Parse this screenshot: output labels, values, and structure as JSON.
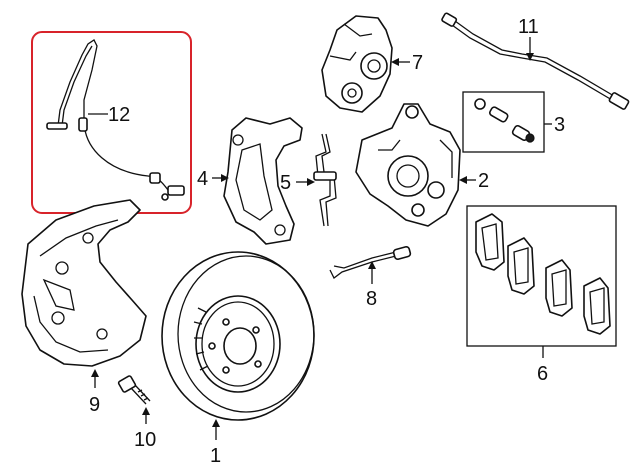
{
  "diagram": {
    "type": "exploded-parts-diagram",
    "highlight_color": "#d8232a",
    "line_color": "#111111",
    "callouts": [
      {
        "id": "c1",
        "label": "1",
        "part": "brake-rotor"
      },
      {
        "id": "c2",
        "label": "2",
        "part": "brake-caliper"
      },
      {
        "id": "c3",
        "label": "3",
        "part": "caliper-bolt-kit"
      },
      {
        "id": "c4",
        "label": "4",
        "part": "caliper-bracket"
      },
      {
        "id": "c5",
        "label": "5",
        "part": "pad-retaining-spring"
      },
      {
        "id": "c6",
        "label": "6",
        "part": "brake-pad-set"
      },
      {
        "id": "c7",
        "label": "7",
        "part": "parking-brake-actuator"
      },
      {
        "id": "c8",
        "label": "8",
        "part": "pad-wear-sensor"
      },
      {
        "id": "c9",
        "label": "9",
        "part": "dust-shield"
      },
      {
        "id": "c10",
        "label": "10",
        "part": "shield-bolt"
      },
      {
        "id": "c11",
        "label": "11",
        "part": "brake-hose"
      },
      {
        "id": "c12",
        "label": "12",
        "part": "abs-wheel-speed-sensor"
      }
    ],
    "highlighted_part": "abs-wheel-speed-sensor"
  }
}
